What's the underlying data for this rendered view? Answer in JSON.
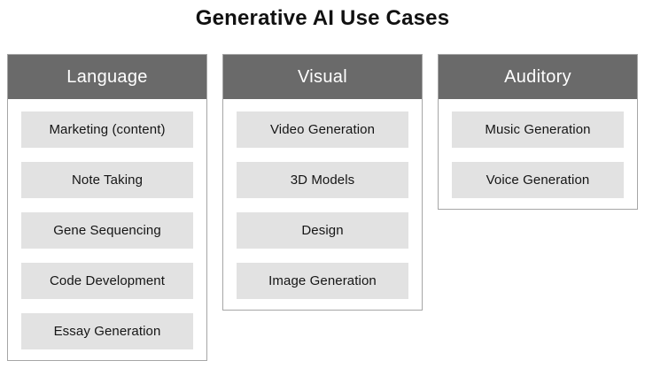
{
  "title": "Generative AI Use Cases",
  "colors": {
    "header_bg": "#6a6a6a",
    "header_text": "#ffffff",
    "item_bg": "#e2e2e2",
    "item_text": "#151515",
    "column_border": "#a6a6a6",
    "title_color": "#111111",
    "page_bg": "#ffffff"
  },
  "columns": [
    {
      "label": "Language",
      "items": [
        "Marketing (content)",
        "Note Taking",
        "Gene Sequencing",
        "Code Development",
        "Essay Generation"
      ]
    },
    {
      "label": "Visual",
      "items": [
        "Video Generation",
        "3D Models",
        "Design",
        "Image Generation"
      ]
    },
    {
      "label": "Auditory",
      "items": [
        "Music Generation",
        "Voice Generation"
      ]
    }
  ]
}
